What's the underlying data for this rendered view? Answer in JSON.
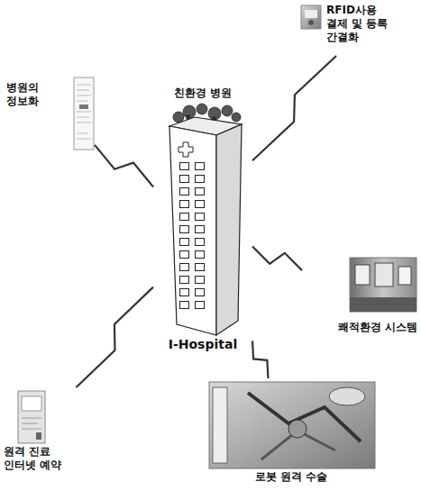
{
  "diagram": {
    "nodes": [
      {
        "text": [
          "친환경 병원",
          "I-Hospital"
        ]
      },
      {
        "text": [
          "RFID사용 결제 및 등록 간결화"
        ]
      },
      {
        "text": [
          "쾌적환경 시스템"
        ]
      },
      {
        "text": [
          "로봇 원격 수술"
        ]
      },
      {
        "text": [
          "원격 진료 인터넷 예약"
        ]
      },
      {
        "text": [
          "병원의 정보화"
        ]
      }
    ],
    "edges": [
      {
        "from": 0,
        "to": 1,
        "arrow": "none"
      },
      {
        "from": 0,
        "to": 2,
        "arrow": "none"
      },
      {
        "from": 0,
        "to": 3,
        "arrow": "none"
      },
      {
        "from": 0,
        "to": 4,
        "arrow": "none"
      },
      {
        "from": 0,
        "to": 5,
        "arrow": "none"
      }
    ]
  }
}
